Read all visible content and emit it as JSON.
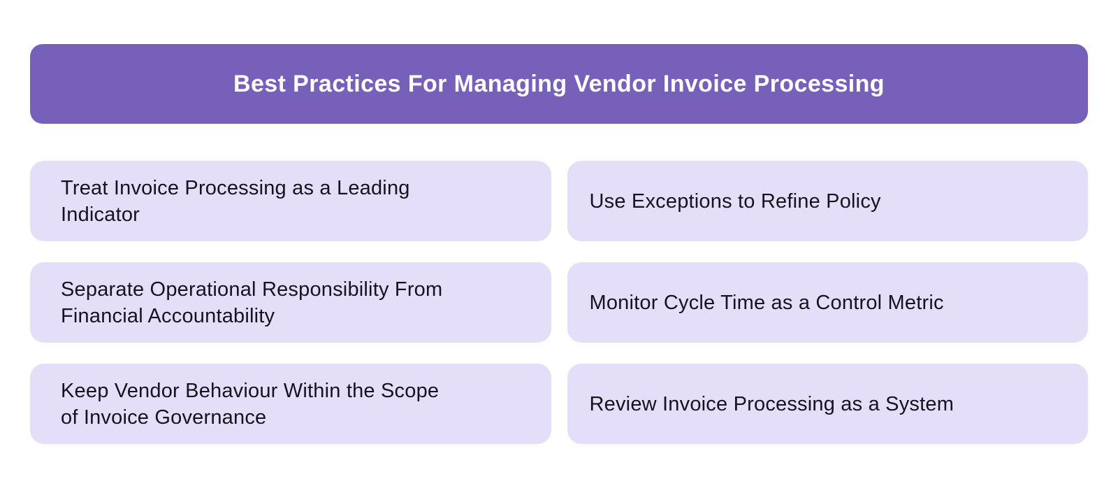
{
  "page": {
    "background_color": "#ffffff"
  },
  "header": {
    "title": "Best Practices For Managing Vendor Invoice Processing",
    "background_color": "#7660BA",
    "text_color": "#ffffff"
  },
  "cards": [
    {
      "label": "Treat Invoice Processing as a Leading\nIndicator"
    },
    {
      "label": "Use Exceptions to Refine Policy"
    },
    {
      "label": "Separate Operational Responsibility From\nFinancial Accountability"
    },
    {
      "label": "Monitor Cycle Time as a Control Metric"
    },
    {
      "label": "Keep Vendor Behaviour Within the Scope\nof Invoice Governance"
    },
    {
      "label": "Review Invoice Processing as a System"
    }
  ],
  "colors": {
    "card_background": "#E5DEF8",
    "card_text": "#17121F",
    "header_purple": "#7660BA"
  }
}
